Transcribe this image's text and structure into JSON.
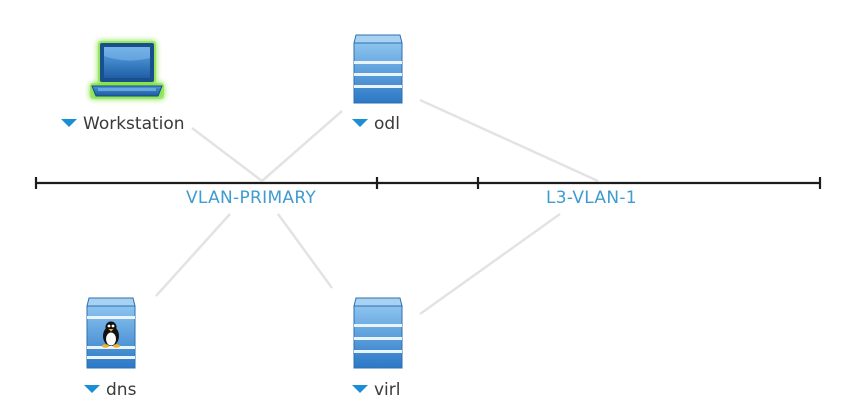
{
  "nodes": {
    "workstation": {
      "label": "Workstation",
      "icon": "laptop-icon",
      "highlight": "#7be03a"
    },
    "odl": {
      "label": "odl",
      "icon": "server-icon"
    },
    "dns": {
      "label": "dns",
      "icon": "linux-server-icon"
    },
    "virl": {
      "label": "virl",
      "icon": "server-icon"
    }
  },
  "segments": {
    "vlan_primary": {
      "label": "VLAN-PRIMARY"
    },
    "l3_vlan": {
      "label": "L3-VLAN-1"
    }
  },
  "colors": {
    "link": "#e3e3e3",
    "bus": "#1c1c1c",
    "segment_label": "#3f9bd1",
    "node_blue": "#2f82d0",
    "caret": "#1a8fd6"
  }
}
